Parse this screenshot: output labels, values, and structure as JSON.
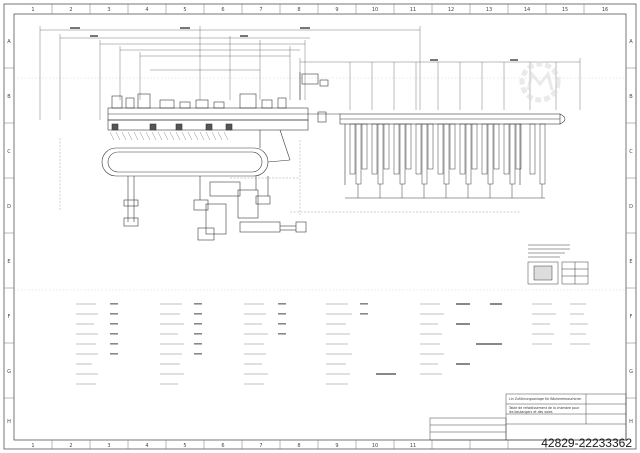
{
  "sheet": {
    "columns": [
      "1",
      "2",
      "3",
      "4",
      "5",
      "6",
      "7",
      "8",
      "9",
      "10",
      "11",
      "12",
      "13",
      "14",
      "15",
      "16"
    ],
    "rows": [
      "A",
      "B",
      "C",
      "D",
      "E",
      "F",
      "G",
      "H"
    ]
  },
  "title_block": {
    "line1": "Lin Zuführungsanlage für Bäckereimaschinen",
    "line2": "Table de refoidissement de la chambre pour",
    "line3": "les boulangers et des voies"
  },
  "watermark": {
    "text": "42829-22233362",
    "color": "#1a1a1a"
  },
  "colors": {
    "line": "#3a3a3a",
    "frame": "#555555",
    "watermark_logo": "#d9d9d9"
  },
  "icons": [
    "watermark-logo-icon"
  ]
}
